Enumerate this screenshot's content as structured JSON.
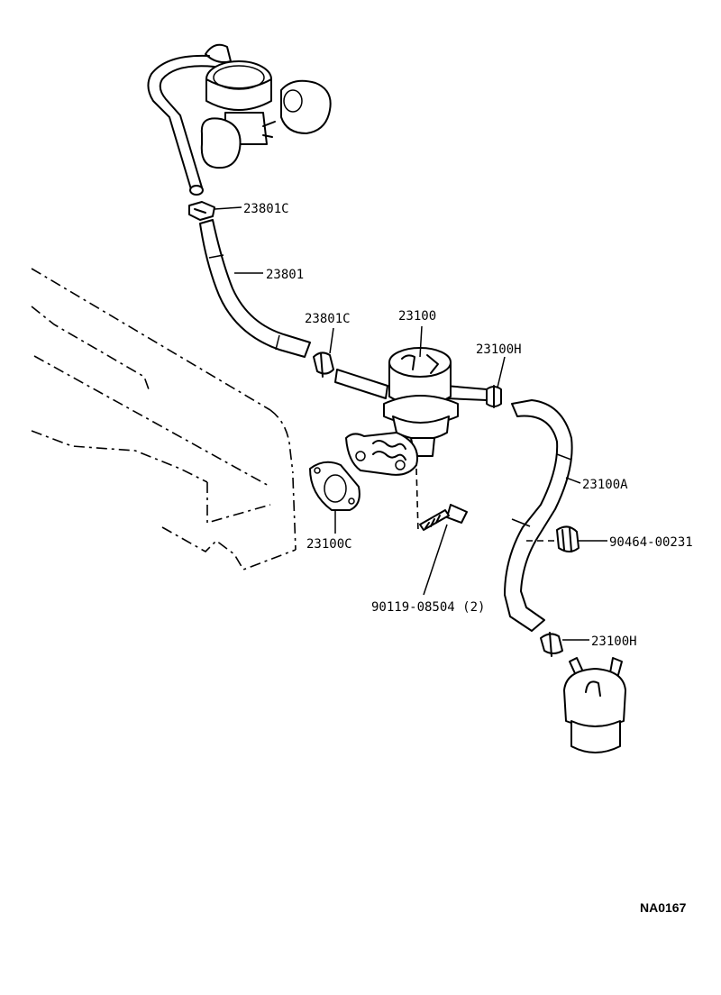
{
  "labels": {
    "hose_clip_upper": "23801C",
    "hose_upper": "23801",
    "hose_clip_lower": "23801C",
    "fuel_pump": "23100",
    "hose_clip_pump": "23100H",
    "hose_filter": "23100A",
    "hose_clamp": "90464-00231",
    "gasket": "23100C",
    "bolt": "90119-08504 (2)",
    "hose_clip_filter": "23100H"
  },
  "diagram_code": "NA0167"
}
